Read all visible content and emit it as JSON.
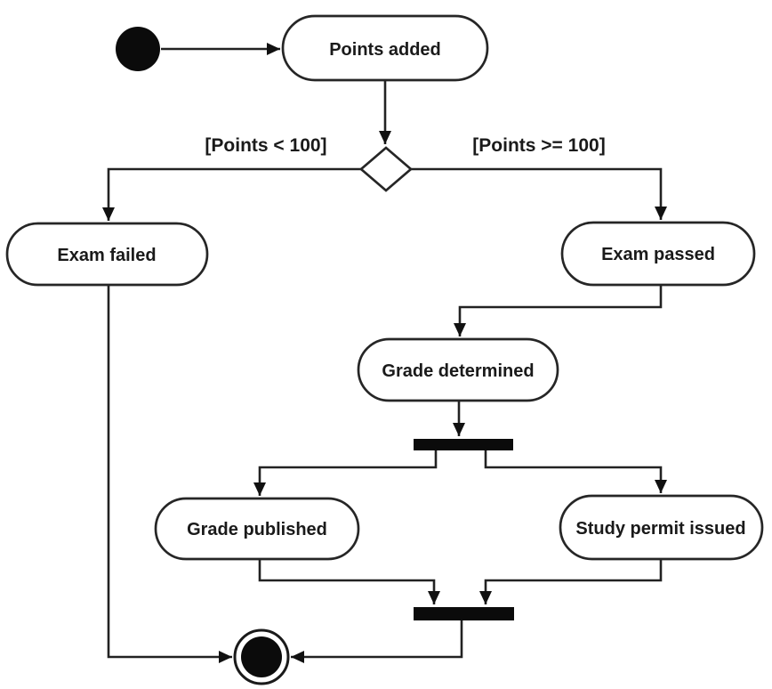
{
  "diagram_type": "uml-activity-diagram",
  "colors": {
    "background": "#ffffff",
    "line": "#222222",
    "node_border": "#262626",
    "node_fill": "#ffffff",
    "solid_black": "#0b0b0b",
    "text": "#1a1a1a"
  },
  "nodes": {
    "start": {
      "kind": "initial-state"
    },
    "points_added": {
      "label": "Points added"
    },
    "decision": {
      "kind": "decision"
    },
    "exam_failed": {
      "label": "Exam failed"
    },
    "exam_passed": {
      "label": "Exam passed"
    },
    "grade_determined": {
      "label": "Grade determined"
    },
    "fork": {
      "kind": "fork-bar"
    },
    "grade_published": {
      "label": "Grade published"
    },
    "study_permit_issued": {
      "label": "Study permit issued"
    },
    "join": {
      "kind": "join-bar"
    },
    "end": {
      "kind": "final-state"
    }
  },
  "guards": {
    "points_lt_100": "[Points < 100]",
    "points_gte_100": "[Points >= 100]"
  }
}
